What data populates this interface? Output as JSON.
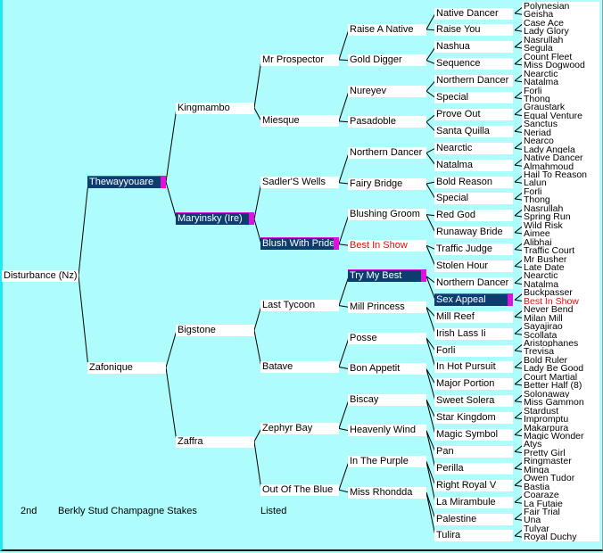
{
  "colors": {
    "background": "#aefcfc",
    "highlight": "#0c3d6e",
    "highlight_tab": "#e010e0",
    "red_text": "#e01010"
  },
  "pedigree": {
    "gen1": [
      {
        "name": "Disturbance (Nz)"
      }
    ],
    "gen2": [
      {
        "name": "Thewayyouare",
        "style": "highlight"
      },
      {
        "name": "Zafonique"
      }
    ],
    "gen3": [
      {
        "name": "Kingmambo"
      },
      {
        "name": "Maryinsky (Ire)",
        "style": "highlight"
      },
      {
        "name": "Bigstone"
      },
      {
        "name": "Zaffra"
      }
    ],
    "gen4": [
      {
        "name": "Mr Prospector"
      },
      {
        "name": "Miesque"
      },
      {
        "name": "Sadler'S Wells"
      },
      {
        "name": "Blush With Pride",
        "style": "highlight"
      },
      {
        "name": "Last Tycoon"
      },
      {
        "name": "Batave"
      },
      {
        "name": "Zephyr Bay"
      },
      {
        "name": "Out Of The Blue"
      }
    ],
    "gen5": [
      {
        "name": "Raise A Native"
      },
      {
        "name": "Gold Digger"
      },
      {
        "name": "Nureyev"
      },
      {
        "name": "Pasadoble"
      },
      {
        "name": "Northern Dancer"
      },
      {
        "name": "Fairy Bridge"
      },
      {
        "name": "Blushing Groom"
      },
      {
        "name": "Best In Show",
        "style": "red"
      },
      {
        "name": "Try My Best",
        "style": "highlight"
      },
      {
        "name": "Mill Princess"
      },
      {
        "name": "Posse"
      },
      {
        "name": "Bon Appetit"
      },
      {
        "name": "Biscay"
      },
      {
        "name": "Heavenly Wind"
      },
      {
        "name": "In The Purple"
      },
      {
        "name": "Miss Rhondda"
      }
    ],
    "gen6": [
      {
        "name": "Native Dancer"
      },
      {
        "name": "Raise You"
      },
      {
        "name": "Nashua"
      },
      {
        "name": "Sequence"
      },
      {
        "name": "Northern Dancer"
      },
      {
        "name": "Special"
      },
      {
        "name": "Prove Out"
      },
      {
        "name": "Santa Quilla"
      },
      {
        "name": "Nearctic"
      },
      {
        "name": "Natalma"
      },
      {
        "name": "Bold Reason"
      },
      {
        "name": "Special"
      },
      {
        "name": "Red God"
      },
      {
        "name": "Runaway Bride"
      },
      {
        "name": "Traffic Judge"
      },
      {
        "name": "Stolen Hour"
      },
      {
        "name": "Northern Dancer"
      },
      {
        "name": "Sex Appeal",
        "style": "highlight"
      },
      {
        "name": "Mill Reef"
      },
      {
        "name": "Irish Lass Ii"
      },
      {
        "name": "Forli"
      },
      {
        "name": "In Hot Pursuit"
      },
      {
        "name": "Major Portion"
      },
      {
        "name": "Sweet Solera"
      },
      {
        "name": "Star Kingdom"
      },
      {
        "name": "Magic Symbol"
      },
      {
        "name": "Pan"
      },
      {
        "name": "Perilla"
      },
      {
        "name": "Right Royal V"
      },
      {
        "name": "La Mirambule"
      },
      {
        "name": "Palestine"
      },
      {
        "name": "Tulira"
      }
    ],
    "gen7": [
      {
        "name": "Polynesian"
      },
      {
        "name": "Geisha"
      },
      {
        "name": "Case Ace"
      },
      {
        "name": "Lady Glory"
      },
      {
        "name": "Nasrullah"
      },
      {
        "name": "Segula"
      },
      {
        "name": "Count Fleet"
      },
      {
        "name": "Miss Dogwood"
      },
      {
        "name": "Nearctic"
      },
      {
        "name": "Natalma"
      },
      {
        "name": "Forli"
      },
      {
        "name": "Thong"
      },
      {
        "name": "Graustark"
      },
      {
        "name": "Equal Venture"
      },
      {
        "name": "Sanctus"
      },
      {
        "name": "Neriad"
      },
      {
        "name": "Nearco"
      },
      {
        "name": "Lady Angela"
      },
      {
        "name": "Native Dancer"
      },
      {
        "name": "Almahmoud"
      },
      {
        "name": "Hail To Reason"
      },
      {
        "name": "Lalun"
      },
      {
        "name": "Forli"
      },
      {
        "name": "Thong"
      },
      {
        "name": "Nasrullah"
      },
      {
        "name": "Spring Run"
      },
      {
        "name": "Wild Risk"
      },
      {
        "name": "Aimee"
      },
      {
        "name": "Alibhai"
      },
      {
        "name": "Traffic Court"
      },
      {
        "name": "Mr Busher"
      },
      {
        "name": "Late Date"
      },
      {
        "name": "Nearctic"
      },
      {
        "name": "Natalma"
      },
      {
        "name": "Buckpasser"
      },
      {
        "name": "Best In Show",
        "style": "red"
      },
      {
        "name": "Never Bend"
      },
      {
        "name": "Milan Mill"
      },
      {
        "name": "Sayajirao"
      },
      {
        "name": "Scollata"
      },
      {
        "name": "Aristophanes"
      },
      {
        "name": "Trevisa"
      },
      {
        "name": "Bold Ruler"
      },
      {
        "name": "Lady Be Good"
      },
      {
        "name": "Court Martial"
      },
      {
        "name": "Better Half (8)"
      },
      {
        "name": "Solonaway"
      },
      {
        "name": "Miss Gammon"
      },
      {
        "name": "Stardust"
      },
      {
        "name": "Impromptu"
      },
      {
        "name": "Makarpura"
      },
      {
        "name": "Magic Wonder"
      },
      {
        "name": "Atys"
      },
      {
        "name": "Pretty Girl"
      },
      {
        "name": "Ringmaster"
      },
      {
        "name": "Minga"
      },
      {
        "name": "Owen Tudor"
      },
      {
        "name": "Bastia"
      },
      {
        "name": "Coaraze"
      },
      {
        "name": "La Futaie"
      },
      {
        "name": "Fair Trial"
      },
      {
        "name": "Una"
      },
      {
        "name": "Tulyar"
      },
      {
        "name": "Royal Duchy"
      }
    ]
  },
  "race_result": {
    "placing": "2nd",
    "race": "Berkly Stud Champagne Stakes",
    "grade": "Listed"
  }
}
